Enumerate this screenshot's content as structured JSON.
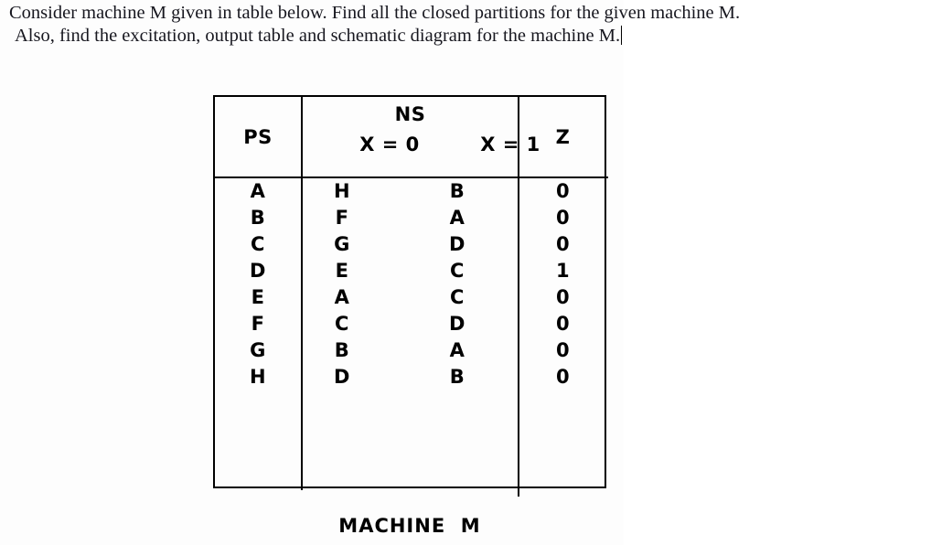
{
  "document": {
    "background_color": "#ffffff",
    "panel_color": "#fdfdfd",
    "text_color": "#17171f"
  },
  "prompt": {
    "line1": "Consider machine M given in table below. Find all the closed partitions for the given machine M.",
    "line2": "Also, find the excitation, output table and schematic diagram for the machine M."
  },
  "figure": {
    "caption": "MACHINE  M",
    "table": {
      "headers": {
        "ps": "PS",
        "ns": "NS",
        "ns_sub": [
          "X = 0",
          "X = 1"
        ],
        "z": "Z"
      },
      "rows": [
        {
          "ps": "A",
          "ns_x0": "H",
          "ns_x1": "B",
          "z": "0"
        },
        {
          "ps": "B",
          "ns_x0": "F",
          "ns_x1": "A",
          "z": "0"
        },
        {
          "ps": "C",
          "ns_x0": "G",
          "ns_x1": "D",
          "z": "0"
        },
        {
          "ps": "D",
          "ns_x0": "E",
          "ns_x1": "C",
          "z": "1"
        },
        {
          "ps": "E",
          "ns_x0": "A",
          "ns_x1": "C",
          "z": "0"
        },
        {
          "ps": "F",
          "ns_x0": "C",
          "ns_x1": "D",
          "z": "0"
        },
        {
          "ps": "G",
          "ns_x0": "B",
          "ns_x1": "A",
          "z": "0"
        },
        {
          "ps": "H",
          "ns_x0": "D",
          "ns_x1": "B",
          "z": "0"
        }
      ]
    }
  }
}
